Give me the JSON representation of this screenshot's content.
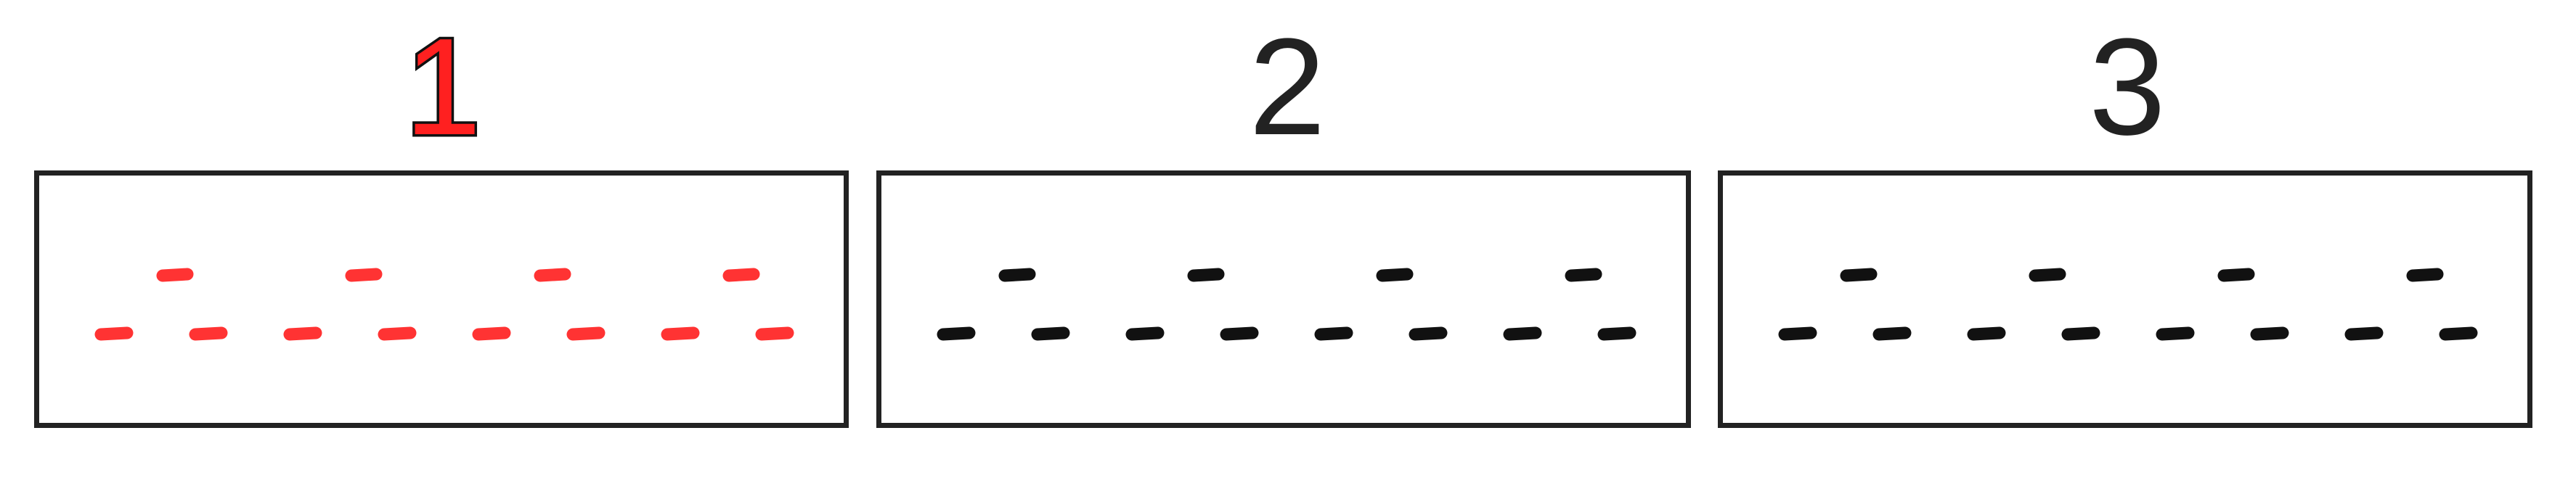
{
  "panels": [
    {
      "label": "1",
      "active": true,
      "color": "#ff3333"
    },
    {
      "label": "2",
      "active": false,
      "color": "#111111"
    },
    {
      "label": "3",
      "active": false,
      "color": "#111111"
    }
  ],
  "pattern": {
    "upper_dashes_per_panel": 4,
    "lower_dashes_per_panel": 8
  }
}
